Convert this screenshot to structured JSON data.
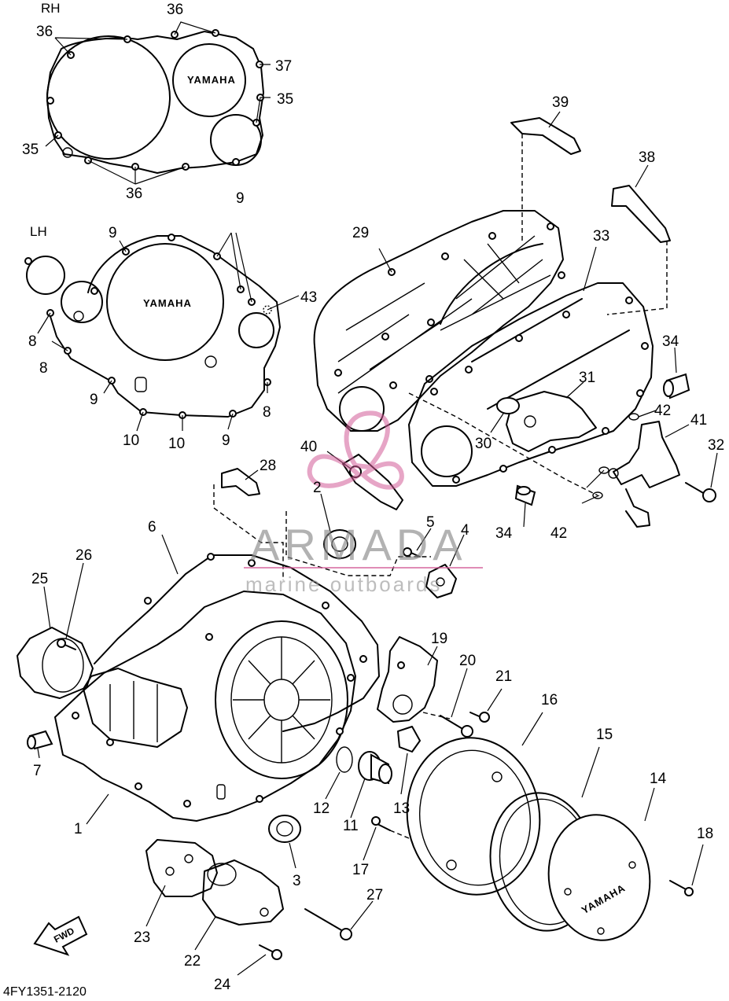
{
  "diagram": {
    "side_labels": {
      "rh": "RH",
      "lh": "LH"
    },
    "part_labels": [
      {
        "key": "36a",
        "text": "36"
      },
      {
        "key": "36b",
        "text": "36"
      },
      {
        "key": "36c",
        "text": "36"
      },
      {
        "key": "37",
        "text": "37"
      },
      {
        "key": "35a",
        "text": "35"
      },
      {
        "key": "35b",
        "text": "35"
      },
      {
        "key": "9a",
        "text": "9"
      },
      {
        "key": "9b",
        "text": "9"
      },
      {
        "key": "9c",
        "text": "9"
      },
      {
        "key": "9d",
        "text": "9"
      },
      {
        "key": "43",
        "text": "43"
      },
      {
        "key": "8a",
        "text": "8"
      },
      {
        "key": "8b",
        "text": "8"
      },
      {
        "key": "8c",
        "text": "8"
      },
      {
        "key": "10a",
        "text": "10"
      },
      {
        "key": "10b",
        "text": "10"
      },
      {
        "key": "39",
        "text": "39"
      },
      {
        "key": "38",
        "text": "38"
      },
      {
        "key": "29",
        "text": "29"
      },
      {
        "key": "33",
        "text": "33"
      },
      {
        "key": "34a",
        "text": "34"
      },
      {
        "key": "34b",
        "text": "34"
      },
      {
        "key": "31",
        "text": "31"
      },
      {
        "key": "42a",
        "text": "42"
      },
      {
        "key": "42b",
        "text": "42"
      },
      {
        "key": "41",
        "text": "41"
      },
      {
        "key": "32",
        "text": "32"
      },
      {
        "key": "30",
        "text": "30"
      },
      {
        "key": "40",
        "text": "40"
      },
      {
        "key": "28",
        "text": "28"
      },
      {
        "key": "2",
        "text": "2"
      },
      {
        "key": "5",
        "text": "5"
      },
      {
        "key": "4",
        "text": "4"
      },
      {
        "key": "6",
        "text": "6"
      },
      {
        "key": "26",
        "text": "26"
      },
      {
        "key": "25",
        "text": "25"
      },
      {
        "key": "19",
        "text": "19"
      },
      {
        "key": "20",
        "text": "20"
      },
      {
        "key": "21",
        "text": "21"
      },
      {
        "key": "16",
        "text": "16"
      },
      {
        "key": "15",
        "text": "15"
      },
      {
        "key": "14",
        "text": "14"
      },
      {
        "key": "18",
        "text": "18"
      },
      {
        "key": "7",
        "text": "7"
      },
      {
        "key": "1",
        "text": "1"
      },
      {
        "key": "12",
        "text": "12"
      },
      {
        "key": "11",
        "text": "11"
      },
      {
        "key": "13",
        "text": "13"
      },
      {
        "key": "3",
        "text": "3"
      },
      {
        "key": "17",
        "text": "17"
      },
      {
        "key": "27",
        "text": "27"
      },
      {
        "key": "23",
        "text": "23"
      },
      {
        "key": "22",
        "text": "22"
      },
      {
        "key": "24",
        "text": "24"
      }
    ],
    "brand_marks": {
      "rh_cover": "YAMAHA",
      "lh_cover": "YAMAHA",
      "clutch_cover": "YAMAHA"
    },
    "fwd_arrow": "FWD",
    "drawing_code": "4FY1351-2120",
    "watermark": {
      "title": "ARMADA",
      "subtitle": "marine outboards"
    }
  }
}
